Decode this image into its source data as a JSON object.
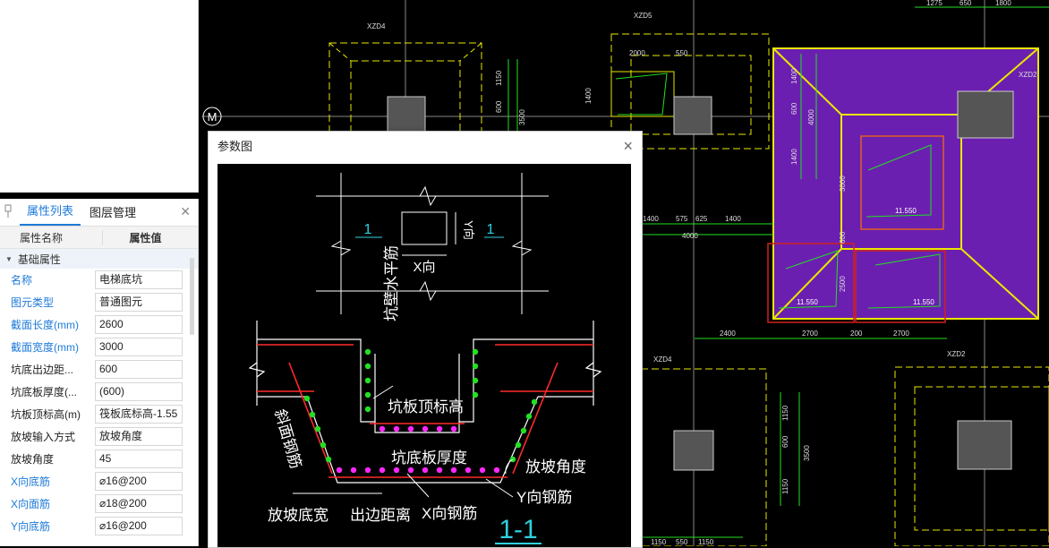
{
  "panel": {
    "tab_props": "属性列表",
    "tab_layers": "图层管理",
    "col_name": "属性名称",
    "col_value": "属性值",
    "group": "基础属性",
    "rows": [
      {
        "name": "名称",
        "value": "电梯底坑",
        "blue": true
      },
      {
        "name": "图元类型",
        "value": "普通图元",
        "blue": true
      },
      {
        "name": "截面长度(mm)",
        "value": "2600",
        "blue": true
      },
      {
        "name": "截面宽度(mm)",
        "value": "3000",
        "blue": true
      },
      {
        "name": "坑底出边距...",
        "value": "600",
        "blue": false
      },
      {
        "name": "坑底板厚度(...",
        "value": "(600)",
        "blue": false
      },
      {
        "name": "坑板顶标高(m)",
        "value": "筏板底标高-1.55",
        "blue": false
      },
      {
        "name": "放坡输入方式",
        "value": "放坡角度",
        "blue": false
      },
      {
        "name": "放坡角度",
        "value": "45",
        "blue": false
      },
      {
        "name": "X向底筋",
        "value": "⌀16@200",
        "blue": true
      },
      {
        "name": "X向面筋",
        "value": "⌀18@200",
        "blue": true
      },
      {
        "name": "Y向底筋",
        "value": "⌀16@200",
        "blue": true
      }
    ]
  },
  "dialog": {
    "title": "参数图",
    "close": "×",
    "labels": {
      "sec1": "1",
      "sec2": "1",
      "yx": "Y向",
      "xx": "X向",
      "wall": "坑壁水平筋",
      "top_elev": "坑板顶标高",
      "slope_bar": "斜面钢筋",
      "bottom_thk": "坑底板厚度",
      "angle": "放坡角度",
      "ybar": "Y向钢筋",
      "slope_w": "放坡底宽",
      "edge": "出边距离",
      "xbar": "X向钢筋",
      "section": "1-1"
    }
  },
  "cad": {
    "axis_m": "M",
    "tags": [
      "XZD4",
      "XZD5",
      "XZD2",
      "XZD4",
      "XZD2"
    ],
    "dims_top": [
      "2000",
      "550",
      "1275",
      "650",
      "1800"
    ],
    "dims_mid": [
      "1400",
      "575",
      "625",
      "1400",
      "4000"
    ],
    "dims_bot": [
      "2400",
      "2700",
      "200",
      "2700"
    ],
    "dims_bot2": [
      "1150",
      "550",
      "1150"
    ],
    "v1": [
      "1150",
      "600",
      "3500",
      "1400"
    ],
    "v2": [
      "1400",
      "600",
      "4000",
      "1400"
    ],
    "v3": [
      "3000",
      "600",
      "2500"
    ],
    "v4": [
      "1150",
      "600",
      "3500",
      "1150"
    ],
    "elevs": [
      "11.550",
      "11.550",
      "11.550"
    ]
  },
  "colors": {
    "yellow": "#e8e800",
    "green": "#22e022",
    "purple": "#6b1fb0",
    "blue": "#1e7ad8"
  }
}
